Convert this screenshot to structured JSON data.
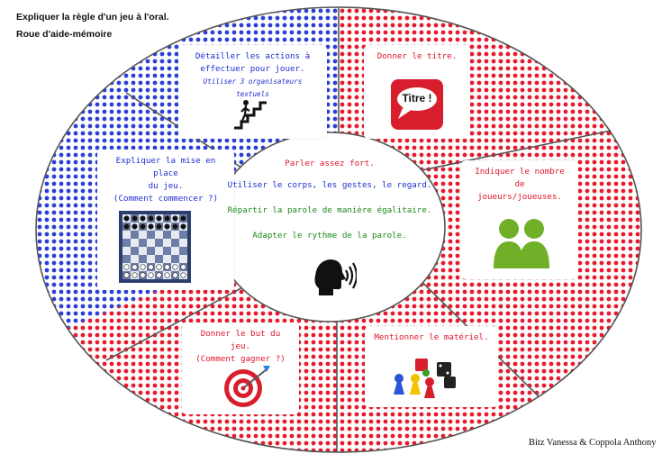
{
  "header": {
    "line1": "Expliquer la règle d'un jeu à l'oral.",
    "line2": "Roue d'aide-mémoire"
  },
  "credit": "Bitz Vanessa & Coppola Anthony",
  "colors": {
    "blue_dots": "#2b3fd8",
    "red_dots": "#e8192c",
    "blue_text": "#1f2fd0",
    "red_text": "#e0142c",
    "green_text": "#1c8a1c"
  },
  "sections": {
    "actions": {
      "line1": "Détailler les actions à",
      "line2": "effectuer pour jouer.",
      "sub": "Utiliser 3 organisateurs textuels",
      "icon": "stairs-icon"
    },
    "title": {
      "line1": "Donner le titre.",
      "badge": "Titre !",
      "icon": "speech-bubble-icon"
    },
    "players": {
      "line1": "Indiquer le nombre de",
      "line2": "joueurs/joueuses.",
      "icon": "people-icon"
    },
    "material": {
      "line1": "Mentionner le matériel.",
      "icon": "dice-pawns-icon"
    },
    "goal": {
      "line1": "Donner le but du jeu.",
      "line2": "(Comment gagner ?)",
      "icon": "target-icon"
    },
    "setup": {
      "line1": "Expliquer la mise en place",
      "line2": "du jeu.",
      "line3": "(Comment commencer ?)",
      "icon": "chessboard-icon"
    }
  },
  "center": {
    "line1": "Parler assez fort.",
    "line2": "Utiliser le corps, les gestes, le regard.",
    "line3": "Répartir la parole de manière égalitaire.",
    "line4": "Adapter le rythme de la parole.",
    "icon": "speaking-head-icon"
  }
}
